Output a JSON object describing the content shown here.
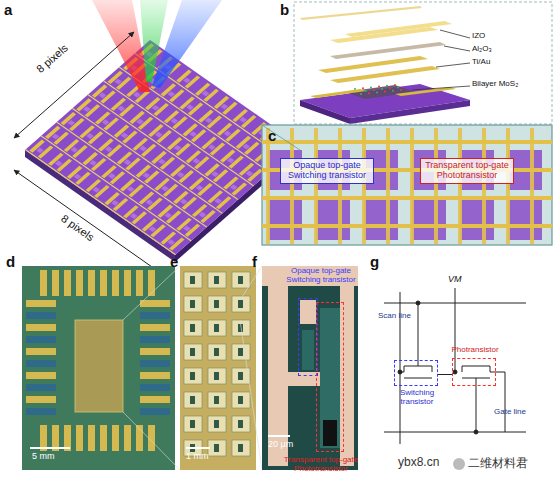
{
  "diagram": {
    "nodes": [
      {
        "text": [
          "Opaque top-gate Switching transistor"
        ]
      },
      {
        "text": [
          "Transparent top-gate Phototransistor"
        ]
      },
      {
        "text": [
          "Opaque top-gate Switching transistor"
        ]
      },
      {
        "text": [
          "Transparent top-gate Phototransistor"
        ]
      },
      {
        "text": [
          "Switching transistor"
        ]
      },
      {
        "text": [
          "Photransistor"
        ]
      }
    ],
    "edges": [
      {
        "from": 4,
        "to": 5,
        "arrow": "none"
      }
    ],
    "labels": [
      "a",
      "8 pixels",
      "8 pixels",
      "b",
      "IZO",
      "Al₂O₃",
      "Ti/Au",
      "Bilayer MoS₂",
      "c",
      "d",
      "5 mm",
      "e",
      "1 mm",
      "f",
      "20 μm",
      "g",
      "VM",
      "Scan line",
      "Gate line",
      "ybx8.cn",
      "二维材料君"
    ]
  }
}
